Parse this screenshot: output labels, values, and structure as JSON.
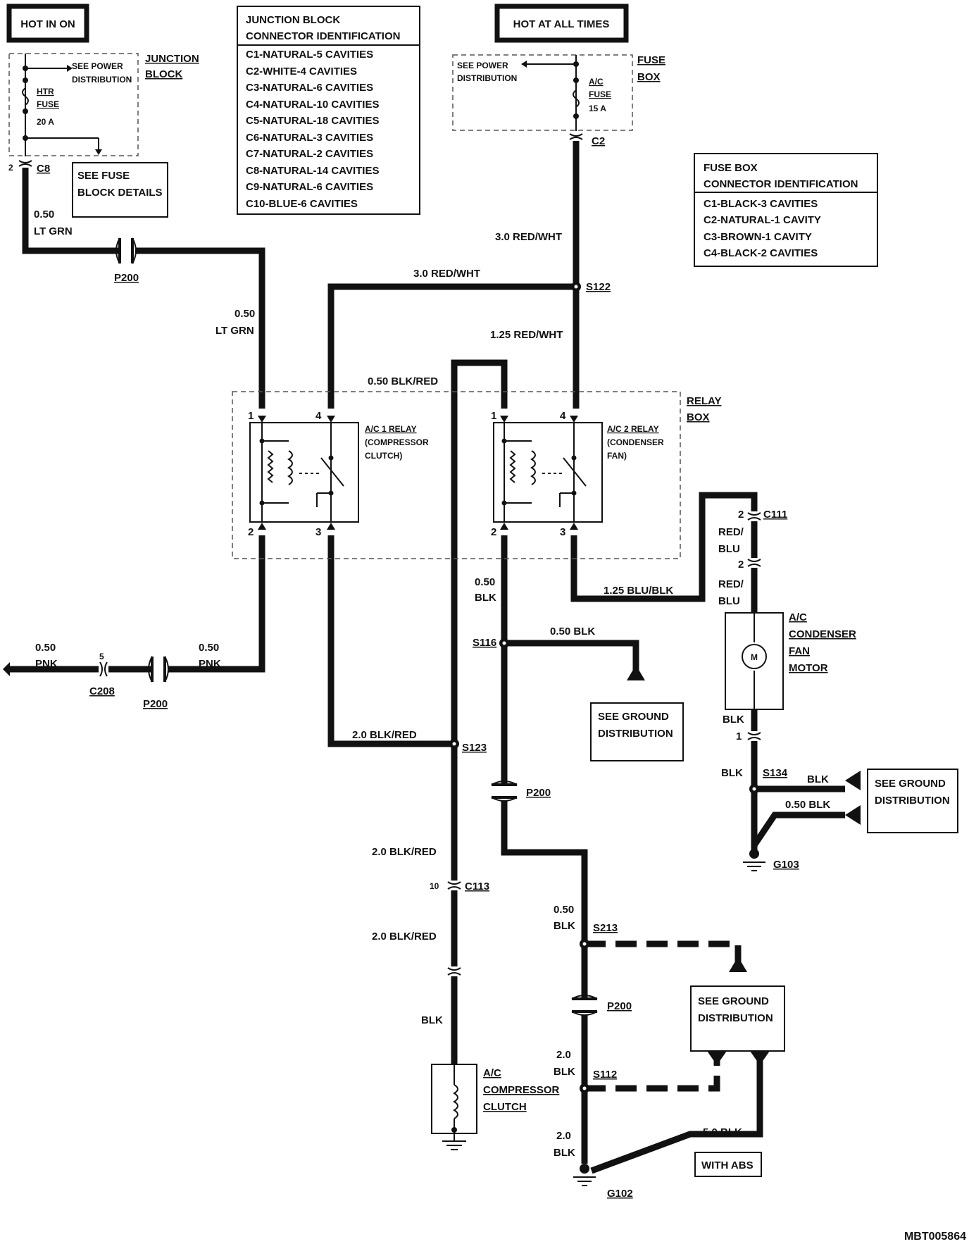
{
  "hot_run_label": "HOT IN ON",
  "hot_all_label": "HOT AT ALL TIMES",
  "junction_block": {
    "title": [
      "JUNCTION",
      "BLOCK"
    ],
    "see_power": [
      "SEE POWER",
      "DISTRIBUTION"
    ],
    "fuse": [
      "HTR",
      "FUSE",
      "20 A"
    ],
    "pin": "2",
    "connector": "C8",
    "see_fuse": [
      "SEE FUSE",
      "BLOCK DETAILS"
    ]
  },
  "junction_table": {
    "header": [
      "JUNCTION BLOCK",
      "CONNECTOR IDENTIFICATION"
    ],
    "rows": [
      "C1-NATURAL-5 CAVITIES",
      "C2-WHITE-4 CAVITIES",
      "C3-NATURAL-6 CAVITIES",
      "C4-NATURAL-10 CAVITIES",
      "C5-NATURAL-18 CAVITIES",
      "C6-NATURAL-3 CAVITIES",
      "C7-NATURAL-2 CAVITIES",
      "C8-NATURAL-14 CAVITIES",
      "C9-NATURAL-6 CAVITIES",
      "C10-BLUE-6 CAVITIES"
    ]
  },
  "fuse_box": {
    "title": [
      "FUSE",
      "BOX"
    ],
    "see_power": [
      "SEE POWER",
      "DISTRIBUTION"
    ],
    "fuse": [
      "A/C",
      "FUSE",
      "15 A"
    ],
    "connector": "C2"
  },
  "fuse_table": {
    "header": [
      "FUSE BOX",
      "CONNECTOR IDENTIFICATION"
    ],
    "rows": [
      "C1-BLACK-3 CAVITIES",
      "C2-NATURAL-1 CAVITY",
      "C3-BROWN-1 CAVITY",
      "C4-BLACK-2 CAVITIES"
    ]
  },
  "relay_box": {
    "title": [
      "RELAY",
      "BOX"
    ],
    "relay1": [
      "A/C 1 RELAY",
      "(COMPRESSOR",
      "CLUTCH)"
    ],
    "relay2": [
      "A/C 2 RELAY",
      "(CONDENSER",
      "FAN)"
    ],
    "pins": {
      "p1": "1",
      "p2": "2",
      "p3": "3",
      "p4": "4"
    }
  },
  "wires": {
    "lt_grn_top": [
      "0.50",
      "LT GRN"
    ],
    "lt_grn_mid": [
      "0.50",
      "LT GRN"
    ],
    "red_wht_top": "3.0 RED/WHT",
    "red_wht_branch": "3.0 RED/WHT",
    "red_wht_relay": "1.25 RED/WHT",
    "blk_red_top": "0.50 BLK/RED",
    "blk_relay2": [
      "0.50",
      "BLK"
    ],
    "blk_s116": "0.50 BLK",
    "blu_blk": "1.25 BLU/BLK",
    "red_blu_1": [
      "RED/",
      "BLU"
    ],
    "red_blu_2": [
      "RED/",
      "BLU"
    ],
    "pnk_left": [
      "0.50",
      "PNK"
    ],
    "pnk_right": [
      "0.50",
      "PNK"
    ],
    "blk_red_s123": "2.0 BLK/RED",
    "blk_red_c113_above": "2.0 BLK/RED",
    "blk_red_c113_below": "2.0 BLK/RED",
    "blk_clutch": "BLK",
    "blk_s213": [
      "0.50",
      "BLK"
    ],
    "blk_s112": [
      "2.0",
      "BLK"
    ],
    "blk_g102": [
      "2.0",
      "BLK"
    ],
    "blk_abs": "5.0 BLK",
    "blk_motor": "BLK",
    "blk_s134_left": "BLK",
    "blk_s134_right": "BLK",
    "blk_s134_050": "0.50 BLK"
  },
  "connectors": {
    "p200": "P200",
    "c208": "C208",
    "c208_pin": "5",
    "c111": "C111",
    "c111_pin_top": "2",
    "c111_pin_bot": "2",
    "c113": "C113",
    "c113_pin": "10",
    "motor_pin": "1"
  },
  "splices": {
    "s122": "S122",
    "s116": "S116",
    "s123": "S123",
    "s213": "S213",
    "s112": "S112",
    "s134": "S134"
  },
  "grounds": {
    "g102": "G102",
    "g103": "G103"
  },
  "see_ground": [
    "SEE GROUND",
    "DISTRIBUTION"
  ],
  "components": {
    "condenser_fan_motor": [
      "A/C",
      "CONDENSER",
      "FAN",
      "MOTOR"
    ],
    "motor_symbol": "M",
    "compressor_clutch": [
      "A/C",
      "COMPRESSOR",
      "CLUTCH"
    ]
  },
  "with_abs": "WITH ABS",
  "figure_id": "MBT005864"
}
